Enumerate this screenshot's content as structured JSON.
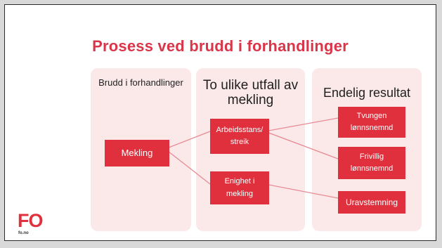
{
  "title": "Prosess ved brudd i forhandlinger",
  "columns": [
    {
      "heading": "Brudd i forhandlinger",
      "boxes": [
        "Mekling"
      ]
    },
    {
      "heading": "To ulike utfall av mekling",
      "boxes": [
        "Arbeidsstans/ streik",
        "Enighet i mekling"
      ]
    },
    {
      "heading": "Endelig resultat",
      "boxes": [
        "Tvungen lønnsnemnd",
        "Frivillig lønnsnemnd",
        "Uravstemning"
      ]
    }
  ],
  "connections": [
    [
      "Mekling",
      "Arbeidsstans/ streik"
    ],
    [
      "Mekling",
      "Enighet i mekling"
    ],
    [
      "Arbeidsstans/ streik",
      "Tvungen lønnsnemnd"
    ],
    [
      "Arbeidsstans/ streik",
      "Frivillig lønnsnemnd"
    ],
    [
      "Enighet i mekling",
      "Uravstemning"
    ]
  ],
  "logo": {
    "text": "FO",
    "sub": "fo.no"
  },
  "colors": {
    "accent": "#e0303d",
    "panel": "#fbe9ea",
    "title": "#d9364a"
  }
}
